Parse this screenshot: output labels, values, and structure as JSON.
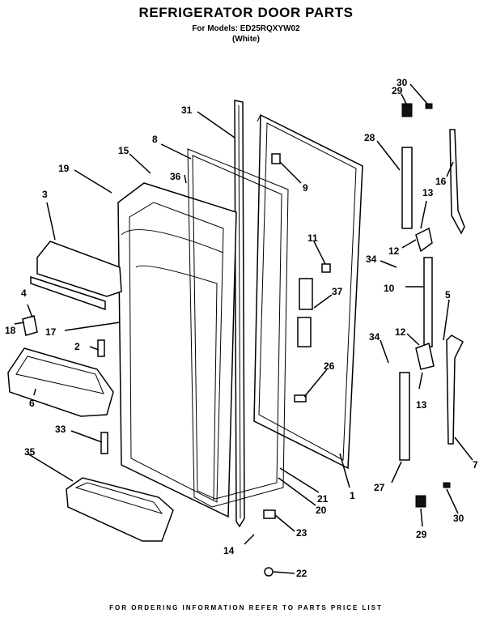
{
  "header": {
    "title": "REFRIGERATOR DOOR PARTS",
    "models_line": "For Models: ED25RQXYW02",
    "color_line": "(White)"
  },
  "footer": {
    "text": "FOR ORDERING INFORMATION REFER TO PARTS PRICE LIST"
  },
  "callouts": [
    {
      "id": "c1",
      "label": "1"
    },
    {
      "id": "c2",
      "label": "2"
    },
    {
      "id": "c3",
      "label": "3"
    },
    {
      "id": "c4",
      "label": "4"
    },
    {
      "id": "c5",
      "label": "5"
    },
    {
      "id": "c6",
      "label": "6"
    },
    {
      "id": "c7",
      "label": "7"
    },
    {
      "id": "c8",
      "label": "8"
    },
    {
      "id": "c9",
      "label": "9"
    },
    {
      "id": "c10",
      "label": "10"
    },
    {
      "id": "c11",
      "label": "11"
    },
    {
      "id": "c12a",
      "label": "12"
    },
    {
      "id": "c12b",
      "label": "12"
    },
    {
      "id": "c13a",
      "label": "13"
    },
    {
      "id": "c13b",
      "label": "13"
    },
    {
      "id": "c14",
      "label": "14"
    },
    {
      "id": "c15",
      "label": "15"
    },
    {
      "id": "c16",
      "label": "16"
    },
    {
      "id": "c17",
      "label": "17"
    },
    {
      "id": "c18",
      "label": "18"
    },
    {
      "id": "c19",
      "label": "19"
    },
    {
      "id": "c20",
      "label": "20"
    },
    {
      "id": "c21",
      "label": "21"
    },
    {
      "id": "c22",
      "label": "22"
    },
    {
      "id": "c23",
      "label": "23"
    },
    {
      "id": "c26",
      "label": "26"
    },
    {
      "id": "c27",
      "label": "27"
    },
    {
      "id": "c28",
      "label": "28"
    },
    {
      "id": "c29a",
      "label": "29"
    },
    {
      "id": "c29b",
      "label": "29"
    },
    {
      "id": "c30a",
      "label": "30"
    },
    {
      "id": "c30b",
      "label": "30"
    },
    {
      "id": "c31",
      "label": "31"
    },
    {
      "id": "c33",
      "label": "33"
    },
    {
      "id": "c34a",
      "label": "34"
    },
    {
      "id": "c34b",
      "label": "34"
    },
    {
      "id": "c35",
      "label": "35"
    },
    {
      "id": "c36",
      "label": "36"
    },
    {
      "id": "c37",
      "label": "37"
    }
  ]
}
